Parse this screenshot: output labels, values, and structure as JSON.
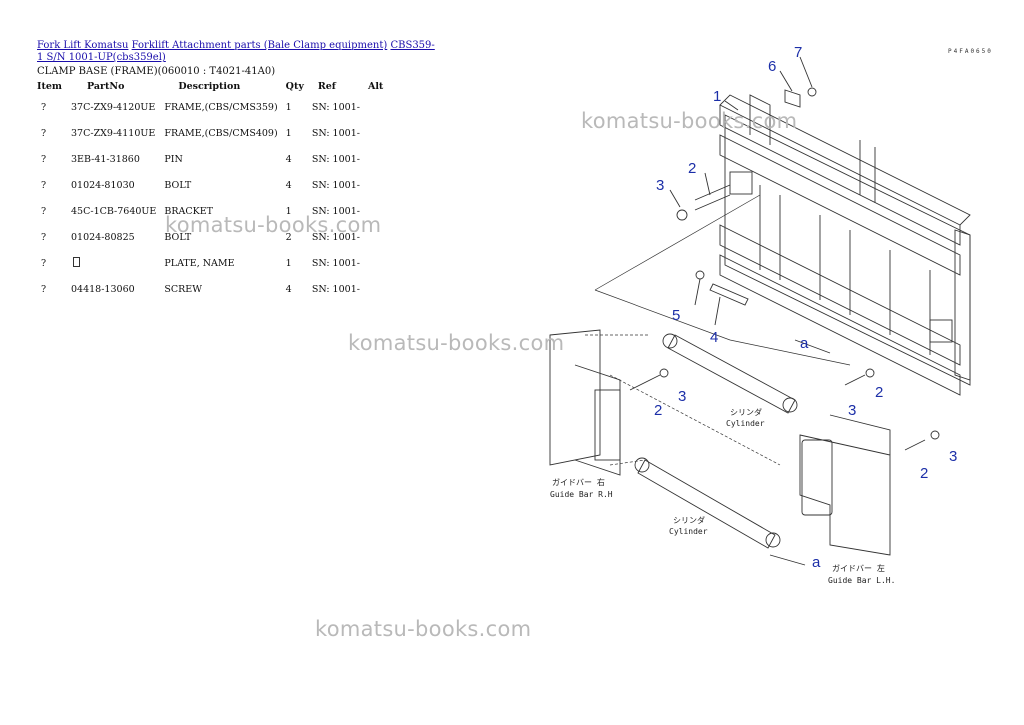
{
  "breadcrumb": {
    "links": [
      "Fork Lift Komatsu",
      "Forklift Attachment parts (Bale Clamp equipment)",
      "CBS359-1 S/N 1001-UP(cbs359el)"
    ]
  },
  "subtitle": "CLAMP BASE (FRAME)(060010 : T4021-41A0)",
  "table": {
    "headers": [
      "Item",
      "PartNo",
      "Description",
      "Qty",
      "Ref",
      "Alt"
    ],
    "rows": [
      {
        "item": "?",
        "part": "37C-ZX9-4120UE",
        "desc": "FRAME,(CBS/CMS359)",
        "qty": "1",
        "ref": "SN: 1001-",
        "alt": ""
      },
      {
        "item": "?",
        "part": "37C-ZX9-4110UE",
        "desc": "FRAME,(CBS/CMS409)",
        "qty": "1",
        "ref": "SN: 1001-",
        "alt": ""
      },
      {
        "item": "?",
        "part": "3EB-41-31860",
        "desc": "PIN",
        "qty": "4",
        "ref": "SN: 1001-",
        "alt": ""
      },
      {
        "item": "?",
        "part": "01024-81030",
        "desc": "BOLT",
        "qty": "4",
        "ref": "SN: 1001-",
        "alt": ""
      },
      {
        "item": "?",
        "part": "45C-1CB-7640UE",
        "desc": "BRACKET",
        "qty": "1",
        "ref": "SN: 1001-",
        "alt": ""
      },
      {
        "item": "?",
        "part": "01024-80825",
        "desc": "BOLT",
        "qty": "2",
        "ref": "SN: 1001-",
        "alt": ""
      },
      {
        "item": "?",
        "part": "",
        "desc": "PLATE, NAME",
        "qty": "1",
        "ref": "SN: 1001-",
        "alt": ""
      },
      {
        "item": "?",
        "part": "04418-13060",
        "desc": "SCREW",
        "qty": "4",
        "ref": "SN: 1001-",
        "alt": ""
      }
    ]
  },
  "watermarks": [
    "komatsu-books.com",
    "komatsu-books.com",
    "komatsu-books.com",
    "komatsu-books.com"
  ],
  "diagram": {
    "code": "P4FA0650",
    "callouts": [
      "7",
      "6",
      "1",
      "2",
      "3",
      "5",
      "4",
      "a",
      "2",
      "3",
      "3",
      "2",
      "2",
      "3"
    ],
    "annotations": {
      "cyl_upper_jp": "シリンダ",
      "cyl_upper_en": "Cylinder",
      "cyl_lower_jp": "シリンダ",
      "cyl_lower_en": "Cylinder",
      "guide_rh_jp": "ガイドバー 右",
      "guide_rh_en": "Guide Bar R.H",
      "guide_lh_jp": "ガイドバー 左",
      "guide_lh_en": "Guide Bar L.H.",
      "ref_a_1": "a",
      "ref_a_2": "a"
    }
  }
}
